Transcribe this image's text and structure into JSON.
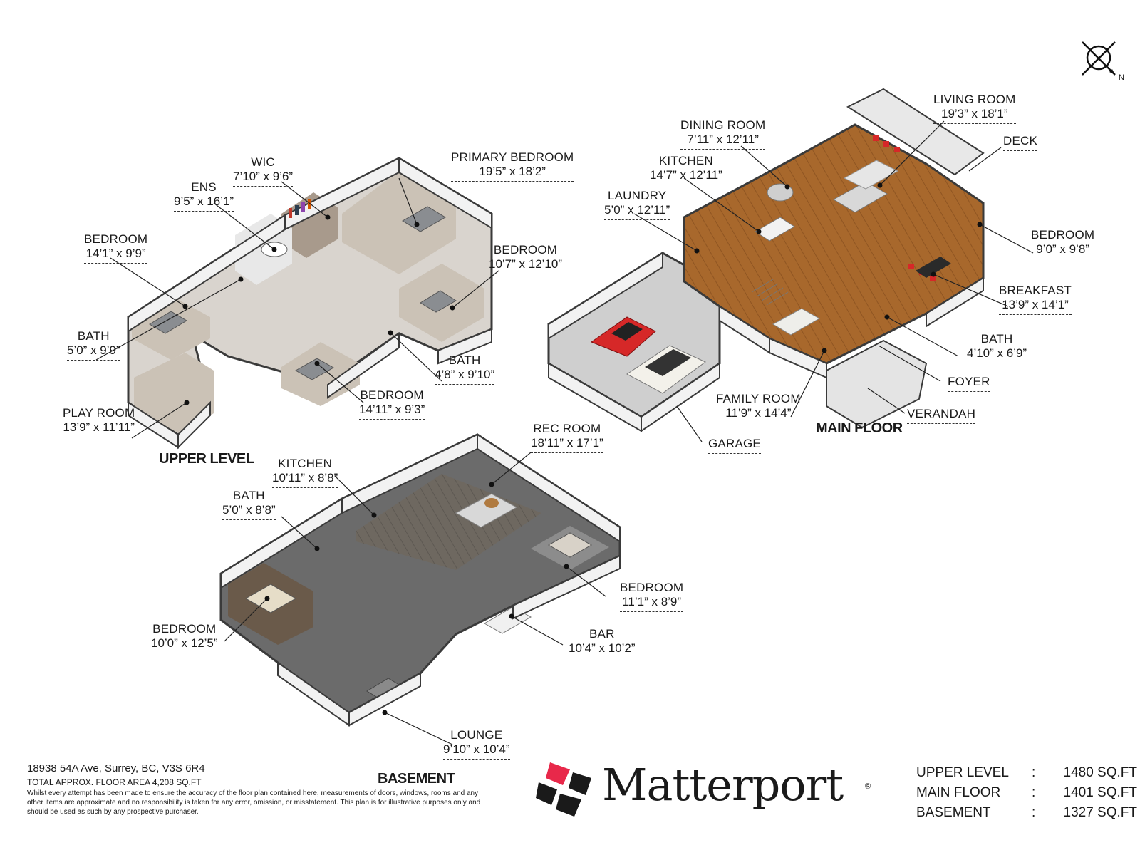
{
  "rooms": {
    "living_room": {
      "name": "LIVING ROOM",
      "dim": "19’3” x 18’1”"
    },
    "dining_room": {
      "name": "DINING ROOM",
      "dim": "7’11” x 12’11”"
    },
    "deck": {
      "name": "DECK",
      "dim": ""
    },
    "kitchen_main": {
      "name": "KITCHEN",
      "dim": "14’7” x 12’11”"
    },
    "laundry": {
      "name": "LAUNDRY",
      "dim": "5’0” x 12’11”"
    },
    "bedroom_main": {
      "name": "BEDROOM",
      "dim": "9’0” x 9’8”"
    },
    "breakfast": {
      "name": "BREAKFAST",
      "dim": "13’9” x 14’1”"
    },
    "bath_main": {
      "name": "BATH",
      "dim": "4’10” x 6’9”"
    },
    "foyer": {
      "name": "FOYER",
      "dim": ""
    },
    "family_room": {
      "name": "FAMILY ROOM",
      "dim": "11’9” x 14’4”"
    },
    "verandah": {
      "name": "VERANDAH",
      "dim": ""
    },
    "garage": {
      "name": "GARAGE",
      "dim": ""
    },
    "wic": {
      "name": "WIC",
      "dim": "7’10” x 9’6”"
    },
    "primary_bedroom": {
      "name": "PRIMARY BEDROOM",
      "dim": "19’5” x 18’2”"
    },
    "ens": {
      "name": "ENS",
      "dim": "9’5” x 16’1”"
    },
    "bedroom_up1": {
      "name": "BEDROOM",
      "dim": "14’1” x 9’9”"
    },
    "bedroom_up2": {
      "name": "BEDROOM",
      "dim": "10’7” x 12’10”"
    },
    "bath_up1": {
      "name": "BATH",
      "dim": "5’0” x 9’9”"
    },
    "bath_up2": {
      "name": "BATH",
      "dim": "4’8” x 9’10”"
    },
    "bedroom_up3": {
      "name": "BEDROOM",
      "dim": "14’11” x 9’3”"
    },
    "play_room": {
      "name": "PLAY ROOM",
      "dim": "13’9” x 11’11”"
    },
    "rec_room": {
      "name": "REC ROOM",
      "dim": "18’11” x 17’1”"
    },
    "kitchen_base": {
      "name": "KITCHEN",
      "dim": "10’11” x 8’8”"
    },
    "bath_base": {
      "name": "BATH",
      "dim": "5’0” x 8’8”"
    },
    "bedroom_base1": {
      "name": "BEDROOM",
      "dim": "11’1” x 8’9”"
    },
    "bedroom_base2": {
      "name": "BEDROOM",
      "dim": "10’0” x 12’5”"
    },
    "bar": {
      "name": "BAR",
      "dim": "10’4” x 10’2”"
    },
    "lounge": {
      "name": "LOUNGE",
      "dim": "9’10” x 10’4”"
    }
  },
  "levels": {
    "upper": "UPPER LEVEL",
    "main": "MAIN FLOOR",
    "basement": "BASEMENT"
  },
  "footer": {
    "address": "18938 54A Ave, Surrey, BC, V3S 6R4",
    "total": "TOTAL APPROX. FLOOR AREA 4,208 SQ.FT",
    "disclaimer": "Whilst every attempt has been made to ensure the accuracy of the floor plan contained here, measurements of doors, windows, rooms and any other items are approximate and no responsibility is taken for any error, omission, or misstatement. This plan is for illustrative purposes only and should be used as such by any prospective purchaser.",
    "brand": "Matterport",
    "reg": "®"
  },
  "areas": [
    {
      "level": "UPPER LEVEL",
      "sep": ":",
      "value": "1480 SQ.FT"
    },
    {
      "level": "MAIN FLOOR",
      "sep": ":",
      "value": "1401 SQ.FT"
    },
    {
      "level": "BASEMENT",
      "sep": ":",
      "value": "1327 SQ.FT"
    }
  ],
  "compass": {
    "label": "N"
  },
  "colors": {
    "floor_wood": "#a8682c",
    "wall": "#f2f2f2",
    "wall_edge": "#3a3a3a",
    "carpet": "#c9bfb3",
    "concrete": "#cfcfcf",
    "basement_floor": "#6b6b6b",
    "brand_red": "#e8284a"
  }
}
